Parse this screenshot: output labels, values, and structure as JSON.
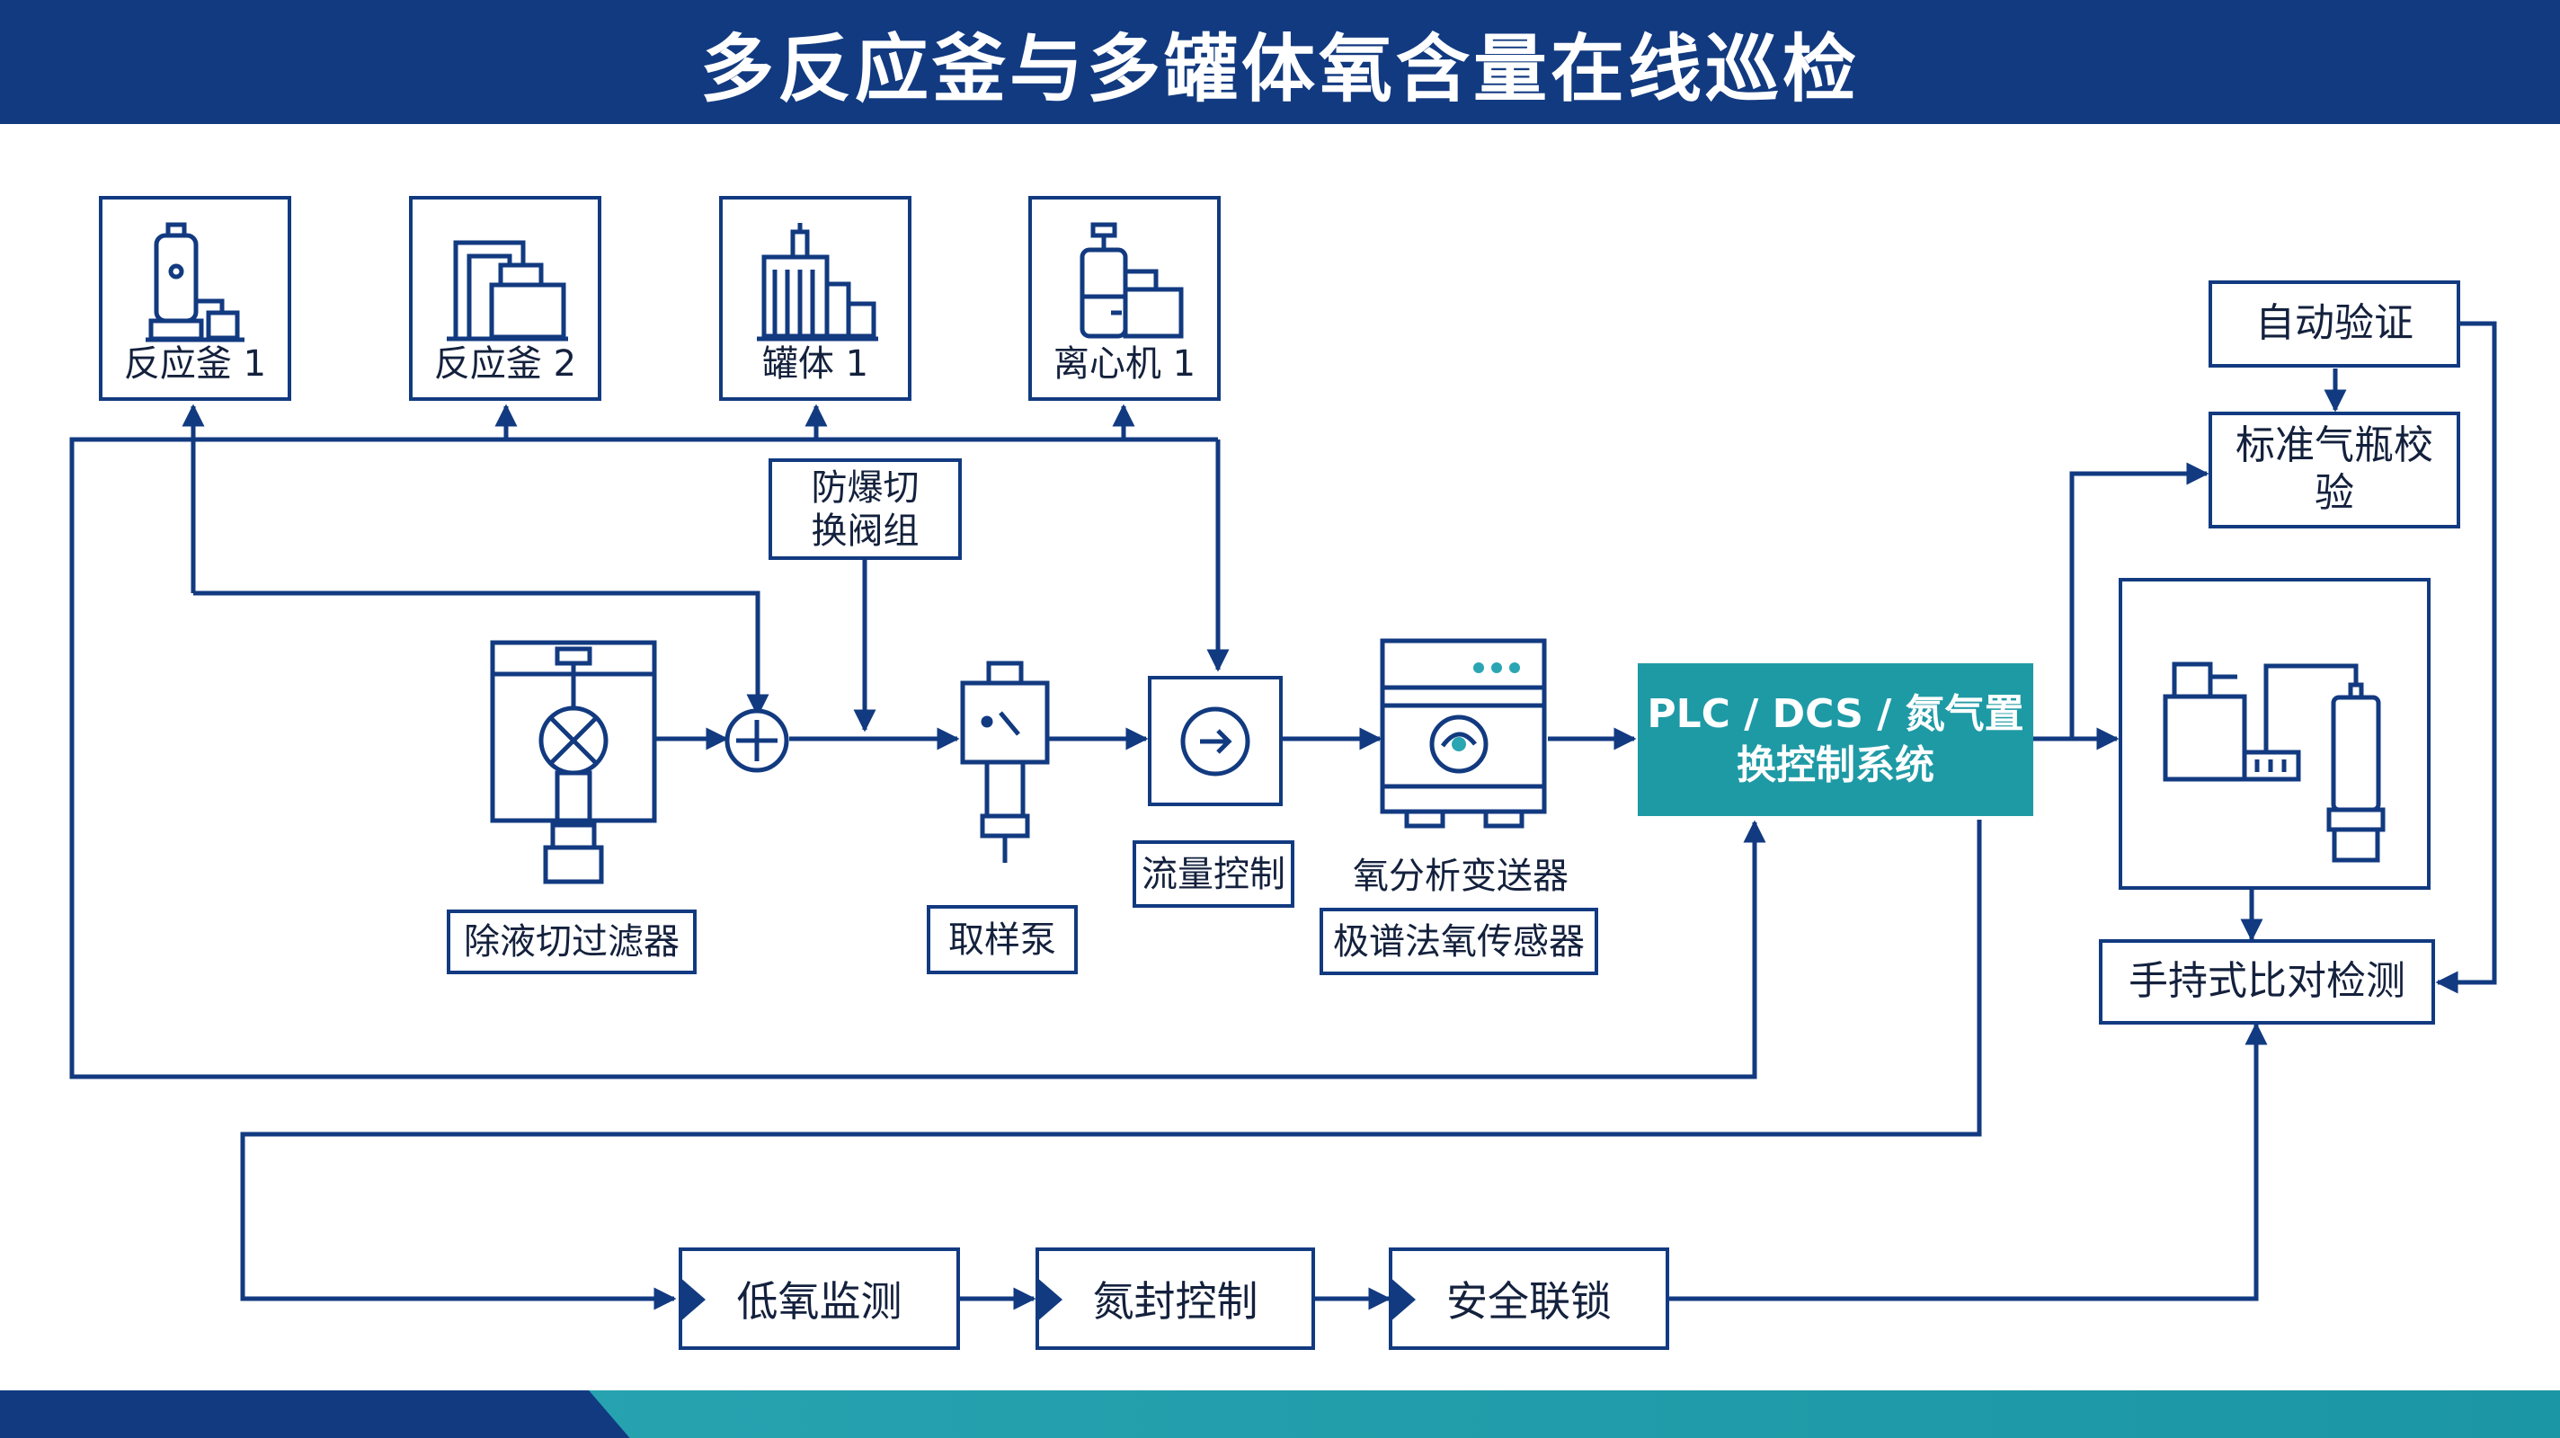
{
  "title": "多反应釜与多罐体氧含量在线巡检",
  "colors": {
    "primary": "#123a80",
    "accent": "#1e9aa5",
    "background": "#ffffff"
  },
  "equipment": [
    {
      "label": "反应釜 1",
      "icon": "reactor-icon"
    },
    {
      "label": "反应釜 2",
      "icon": "reactor-pipes-icon"
    },
    {
      "label": "罐体 1",
      "icon": "tank-icon"
    },
    {
      "label": "离心机 1",
      "icon": "centrifuge-icon"
    }
  ],
  "valve_group": "防爆切\n换阀组",
  "components": {
    "filter": "除液切过滤器",
    "pump": "取样泵",
    "flow": "流量控制",
    "transmitter": "氧分析变送器",
    "sensor": "极谱法氧传感器"
  },
  "control_system": "PLC / DCS / 氮气置\n换控制系统",
  "verification": {
    "auto": "自动验证",
    "cylinder": "标准气瓶校\n验",
    "handheld": "手持式比对检测"
  },
  "safety": [
    "低氧监测",
    "氮封控制",
    "安全联锁"
  ]
}
